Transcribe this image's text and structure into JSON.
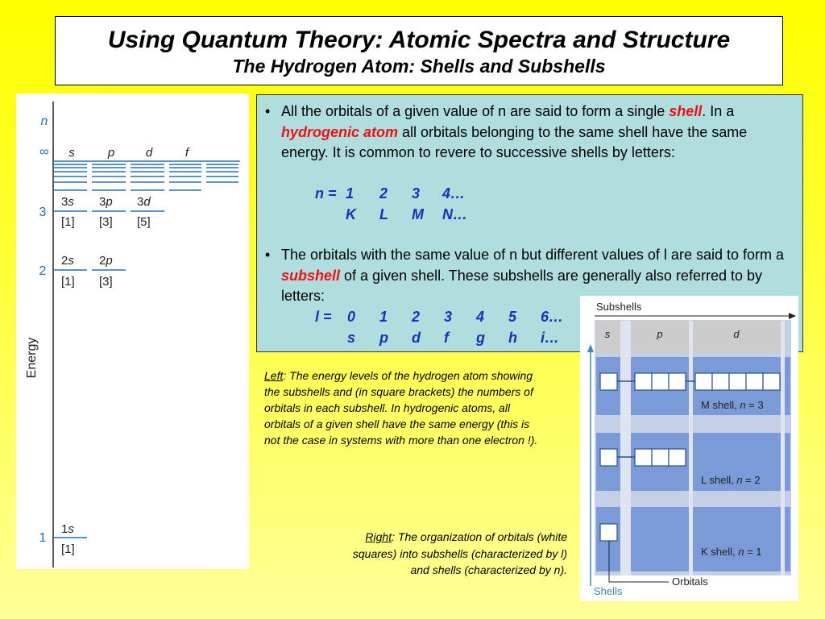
{
  "header": {
    "title": "Using Quantum Theory: Atomic Spectra and Structure",
    "subtitle": "The Hydrogen Atom: Shells and Subshells"
  },
  "energy_diagram": {
    "n_label": "n",
    "infinity": "∞",
    "axis_label": "Energy",
    "columns": [
      "s",
      "p",
      "d",
      "f"
    ],
    "levels": [
      {
        "n": "3",
        "subshells": [
          {
            "name": "3",
            "letter": "s",
            "count": "[1]"
          },
          {
            "name": "3",
            "letter": "p",
            "count": "[3]"
          },
          {
            "name": "3",
            "letter": "d",
            "count": "[5]"
          }
        ]
      },
      {
        "n": "2",
        "subshells": [
          {
            "name": "2",
            "letter": "s",
            "count": "[1]"
          },
          {
            "name": "2",
            "letter": "p",
            "count": "[3]"
          }
        ]
      },
      {
        "n": "1",
        "subshells": [
          {
            "name": "1",
            "letter": "s",
            "count": "[1]"
          }
        ]
      }
    ]
  },
  "info": {
    "bullet1": {
      "part1": "All the orbitals of a given value of n are said to form a single ",
      "em1": "shell",
      "part2": ". In a ",
      "em2": "hydrogenic atom",
      "part3": " all orbitals belonging to the same shell have the same energy. It is common to revere to successive shells by letters:"
    },
    "n_row": {
      "label": "n =",
      "values": [
        "1",
        "2",
        "3",
        "4…"
      ]
    },
    "shell_letters": [
      "K",
      "L",
      "M",
      "N…"
    ],
    "bullet2": {
      "part1": "The orbitals with the same value of n but different values of l are said to form a ",
      "em": "subshell",
      "part2": " of a given shell. These subshells are generally also referred to by letters:"
    },
    "l_row": {
      "label": "l =",
      "values": [
        "0",
        "1",
        "2",
        "3",
        "4",
        "5",
        "6…"
      ]
    },
    "subshell_letters": [
      "s",
      "p",
      "d",
      "f",
      "g",
      "h",
      "i…"
    ]
  },
  "left_caption": {
    "lead": "Left",
    "text": ": The energy levels of the hydrogen atom showing the subshells and (in square brackets) the numbers of orbitals in each subshell. In hydrogenic atoms, all orbitals of a given shell have the same energy (this is not the case in systems with more than one electron !)."
  },
  "right_caption": {
    "lead": "Right",
    "text": ": The organization of orbitals (white squares) into subshells (characterized by l) and shells (characterized by n)."
  },
  "subshell_diagram": {
    "top_label": "Subshells",
    "columns": [
      "s",
      "p",
      "d"
    ],
    "shells": [
      {
        "label": "M shell, ",
        "var": "n",
        "eq": " = 3",
        "orbitals": [
          1,
          3,
          5
        ]
      },
      {
        "label": "L shell, ",
        "var": "n",
        "eq": " = 2",
        "orbitals": [
          1,
          3
        ]
      },
      {
        "label": "K shell, ",
        "var": "n",
        "eq": " = 1",
        "orbitals": [
          1
        ]
      }
    ],
    "orbitals_label": "Orbitals",
    "shells_label": "Shells",
    "colors": {
      "band": "#7a9bd8",
      "band_light": "#c5cfe6",
      "header": "#cccccc",
      "arrow": "#3a86c8"
    }
  }
}
